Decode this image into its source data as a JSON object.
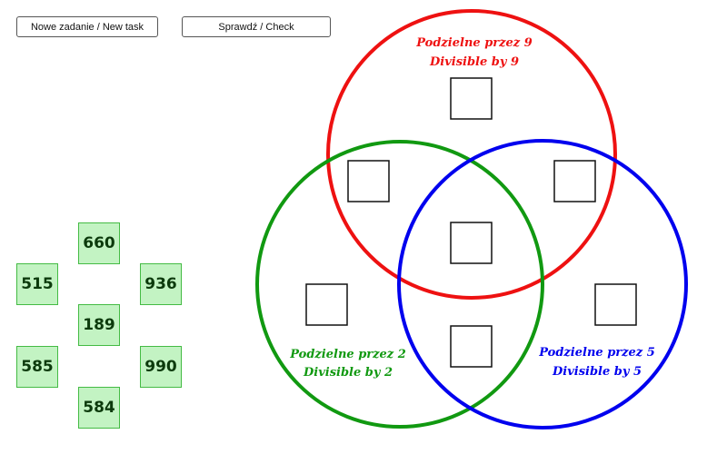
{
  "toolbar": {
    "new_task_label": "Nowe zadanie / New task",
    "check_label": "Sprawdź / Check"
  },
  "tiles": [
    "660",
    "515",
    "936",
    "189",
    "585",
    "990",
    "584"
  ],
  "sets": {
    "nine": {
      "line1": "Podzielne przez 9",
      "line2": "Divisible by 9",
      "color": "#ee1111"
    },
    "two": {
      "line1": "Podzielne przez 2",
      "line2": "Divisible by 2",
      "color": "#119911"
    },
    "five": {
      "line1": "Podzielne przez 5",
      "line2": "Divisible by 5",
      "color": "#0000ee"
    }
  },
  "colors": {
    "tile_fill": "#c3f3c3",
    "tile_border": "#44bb44",
    "tile_text": "#0c3a0c"
  }
}
